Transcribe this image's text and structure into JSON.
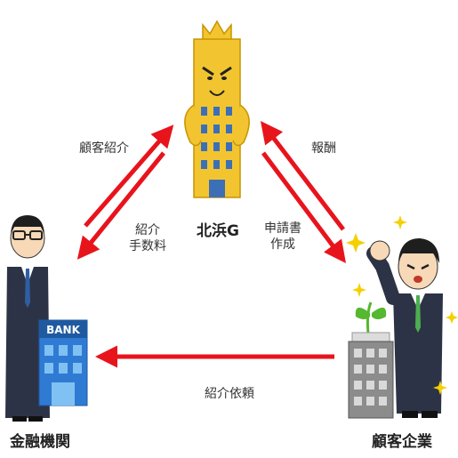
{
  "nodes": {
    "hub": "北浜G",
    "bank": "金融機関",
    "client": "顧客企業"
  },
  "bank_sign": "BANK",
  "edges": {
    "client_intro": "顧客紹介",
    "intro_fee": "紹介\n手数料",
    "reward": "報酬",
    "application_docs": "申請書\n作成",
    "intro_request": "紹介依頼"
  },
  "colors": {
    "arrow": "#e8141c",
    "building": "#f2c530",
    "window": "#3d6fb6",
    "suit": "#2d3346",
    "plant": "#55b82e"
  }
}
